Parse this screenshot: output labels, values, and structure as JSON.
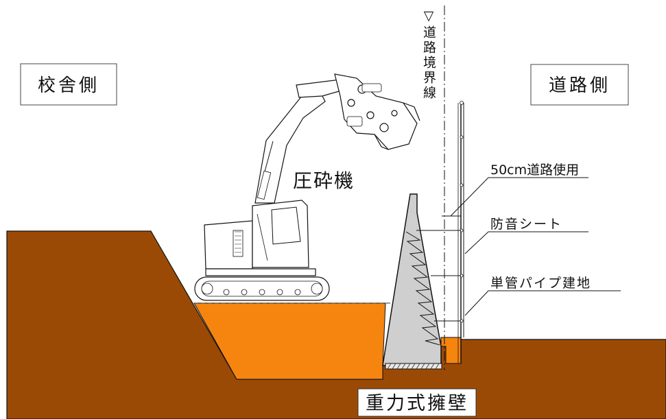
{
  "labels": {
    "school_side": "校舎側",
    "road_side": "道路側",
    "road_boundary": "▽道路境界線",
    "crusher": "圧砕機",
    "road_use": "50cm道路使用",
    "sound_sheet": "防音シート",
    "pipe_scaffold": "単管パイプ建地",
    "retaining_wall": "重力式擁壁"
  },
  "colors": {
    "soil": "#9b4a06",
    "excavation": "#f5850f",
    "concrete": "#cfcfcf",
    "line": "#111111"
  }
}
